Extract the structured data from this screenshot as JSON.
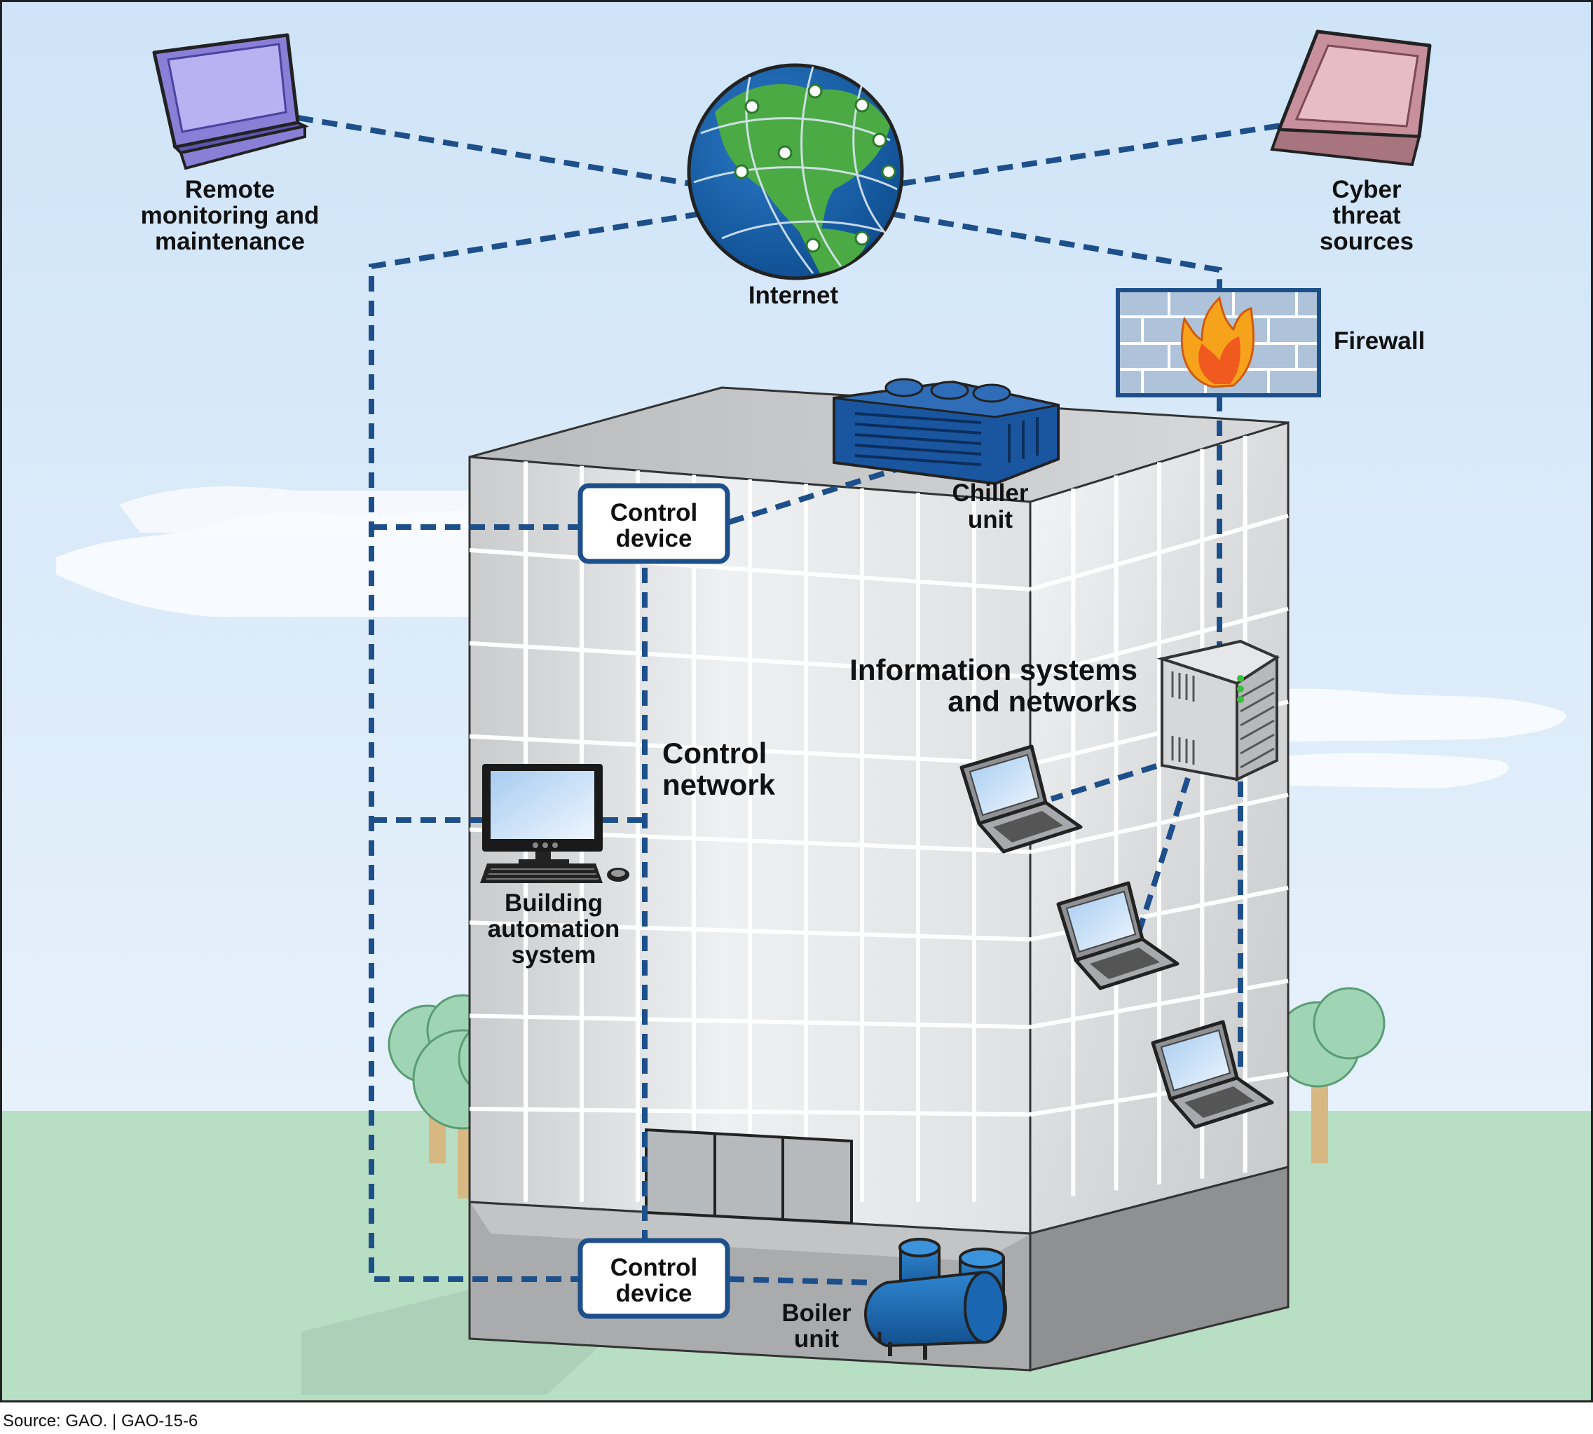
{
  "colors": {
    "sky_top": "#d2e6f8",
    "sky_bottom": "#e4f0fb",
    "ground": "#b8dec3",
    "link": "#1d4f8a",
    "device_border": "#1d4f8a",
    "globe_ocean": "#1a5fa8",
    "globe_land": "#4caa45",
    "firewall_blue": "#1d4f8a",
    "flame": "#f58220",
    "chiller_blue": "#1a56a0",
    "boiler_blue": "#1a66b0",
    "laptop_remote": "#8a7fd6",
    "laptop_threat": "#c8909c"
  },
  "labels": {
    "remote": [
      "Remote",
      "monitoring and",
      "maintenance"
    ],
    "internet": "Internet",
    "threat": [
      "Cyber",
      "threat",
      "sources"
    ],
    "firewall": "Firewall",
    "chiller": [
      "Chiller",
      "unit"
    ],
    "control_device_top": [
      "Control",
      "device"
    ],
    "control_device_bottom": [
      "Control",
      "device"
    ],
    "info_systems": [
      "Information systems",
      "and networks"
    ],
    "control_network": [
      "Control",
      "network"
    ],
    "bas": [
      "Building",
      "automation",
      "system"
    ],
    "boiler": [
      "Boiler",
      "unit"
    ]
  },
  "footer": {
    "source": "Source: GAO.  |  GAO-15-6"
  },
  "icons": [
    "laptop-icon",
    "globe-icon",
    "firewall-icon",
    "flame-icon",
    "chiller-icon",
    "server-icon",
    "desktop-computer-icon",
    "boiler-icon",
    "tree-icon",
    "cloud-icon"
  ]
}
